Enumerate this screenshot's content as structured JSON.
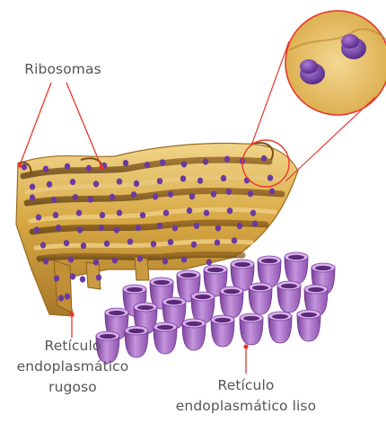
{
  "labels": {
    "ribosomas": "Ribosomas",
    "rer_line1": "Retículo",
    "rer_line2": "endoplasmático",
    "rer_line3": "rugoso",
    "ser_line1": "Retículo",
    "ser_line2": "endoplasmático liso"
  },
  "colors": {
    "leader_line": "#e8372b",
    "rough_er": "#d7a843",
    "smooth_er": "#a86bc4",
    "ribosome": "#6a3aa0"
  }
}
